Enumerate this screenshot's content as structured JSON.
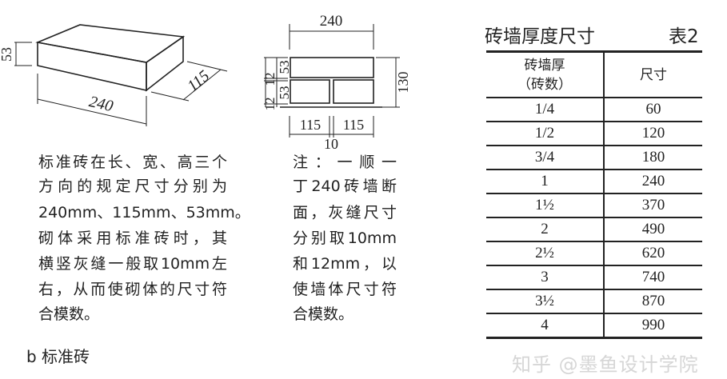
{
  "brick_figure": {
    "dim_length": "240",
    "dim_width": "115",
    "dim_height": "53"
  },
  "section_figure": {
    "dim_top": "240",
    "dim_right": "130",
    "dim_left": [
      "53",
      "12",
      "53",
      "12"
    ],
    "dim_bottom_left": "115",
    "dim_bottom_right": "115",
    "dim_joint": "10"
  },
  "left_text": [
    "标准砖在长、宽、高三个",
    "方向的规定尺寸分别为",
    "240mm、115mm、53mm。",
    "砌体采用标准砖时，其",
    "横竖灰缝一般取10mm左",
    "右，从而使砌体的尺寸符",
    "合模数。"
  ],
  "middle_text": [
    "注：一顺一",
    "丁240砖墙断",
    "面，灰缝尺寸",
    "分别取10mm",
    "和12mm，以",
    "使墙体尺寸符",
    "合模数。"
  ],
  "caption": "b 标准砖",
  "table": {
    "title": "砖墙厚度尺寸",
    "label": "表2",
    "headers": [
      "砖墙厚",
      "（砖数）",
      "尺寸"
    ],
    "rows": [
      [
        "1/4",
        "60"
      ],
      [
        "1/2",
        "120"
      ],
      [
        "3/4",
        "180"
      ],
      [
        "1",
        "240"
      ],
      [
        "1½",
        "370"
      ],
      [
        "2",
        "490"
      ],
      [
        "2½",
        "620"
      ],
      [
        "3",
        "740"
      ],
      [
        "3½",
        "870"
      ],
      [
        "4",
        "990"
      ]
    ]
  },
  "watermark": "知乎 @墨鱼设计学院"
}
